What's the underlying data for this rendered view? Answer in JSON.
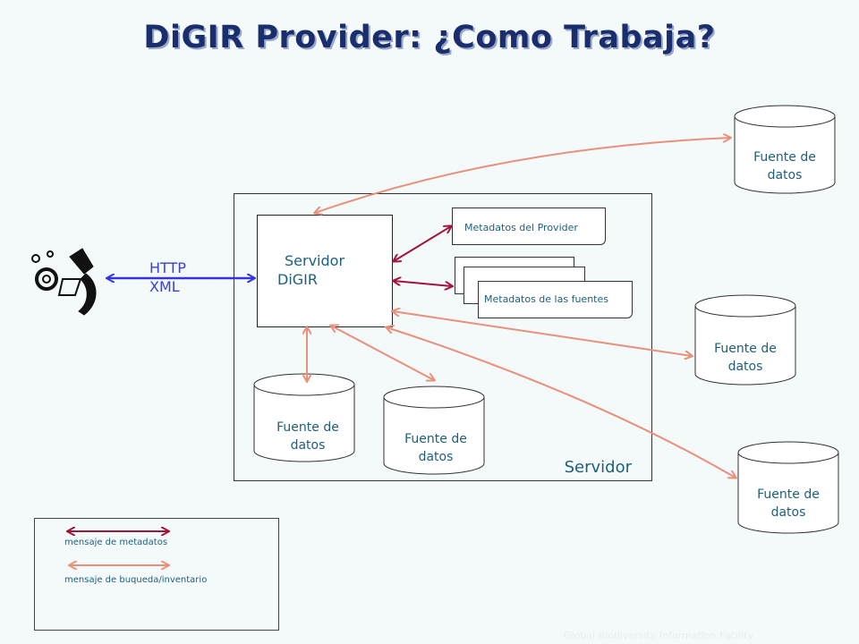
{
  "title": "DiGIR Provider: ¿Como Trabaja?",
  "server": {
    "label": "Servidor"
  },
  "digir": {
    "line1": "Servidor",
    "line2": "DiGIR"
  },
  "protocol": {
    "line1": "HTTP",
    "line2": "XML"
  },
  "docs": {
    "provider_metadata": "Metadatos del Provider",
    "sources_metadata": "Metadatos de las fuentes"
  },
  "datasource": {
    "line1": "Fuente de",
    "line2": "datos"
  },
  "legend": {
    "metadata": "mensaje de metadatos",
    "search": "mensaje de buqueda/inventario"
  },
  "footer": "Global Biodiversity Information Facility",
  "colors": {
    "metadata_arrow": "#a0163a",
    "search_arrow": "#e8907a",
    "http_arrow": "#3434d8",
    "title": "#1a2e6e"
  }
}
